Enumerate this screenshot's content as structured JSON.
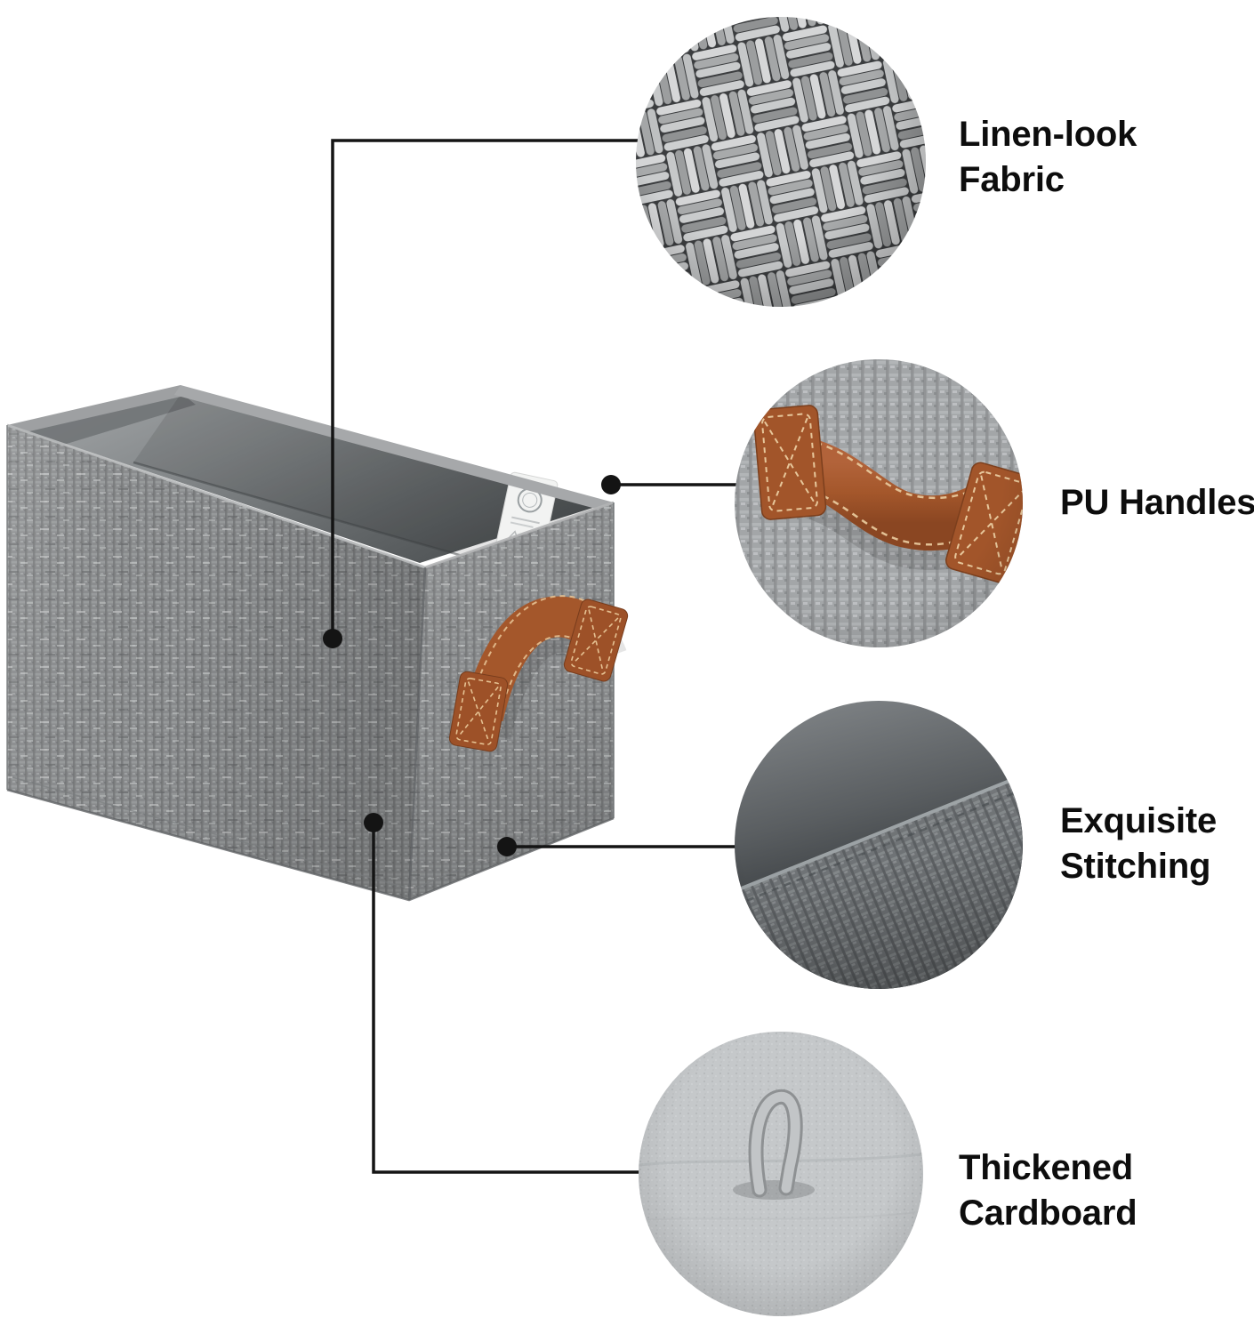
{
  "image": {
    "description": "Grey linen-look fabric storage bin with brown PU leather handle, annotated with four circular zoom callouts",
    "background": "#ffffff"
  },
  "colors": {
    "connector_line": "#141414",
    "label_text": "#0d0d0d",
    "fabric_grey": "#8d8f91",
    "handle_brown": "#a4572b",
    "lining_grey": "#85898b",
    "cardboard_grey": "#c5c8ca"
  },
  "features": [
    {
      "id": "linen-look-fabric",
      "label": "Linen-look Fabric",
      "line1": "Linen-look",
      "line2": "Fabric"
    },
    {
      "id": "pu-handles",
      "label": "PU Handles",
      "line1": "PU Handles",
      "line2": ""
    },
    {
      "id": "exquisite-stitching",
      "label": "Exquisite Stitching",
      "line1": "Exquisite",
      "line2": "Stitching"
    },
    {
      "id": "thickened-cardboard",
      "label": "Thickened Cardboard",
      "line1": "Thickened",
      "line2": "Cardboard"
    }
  ]
}
